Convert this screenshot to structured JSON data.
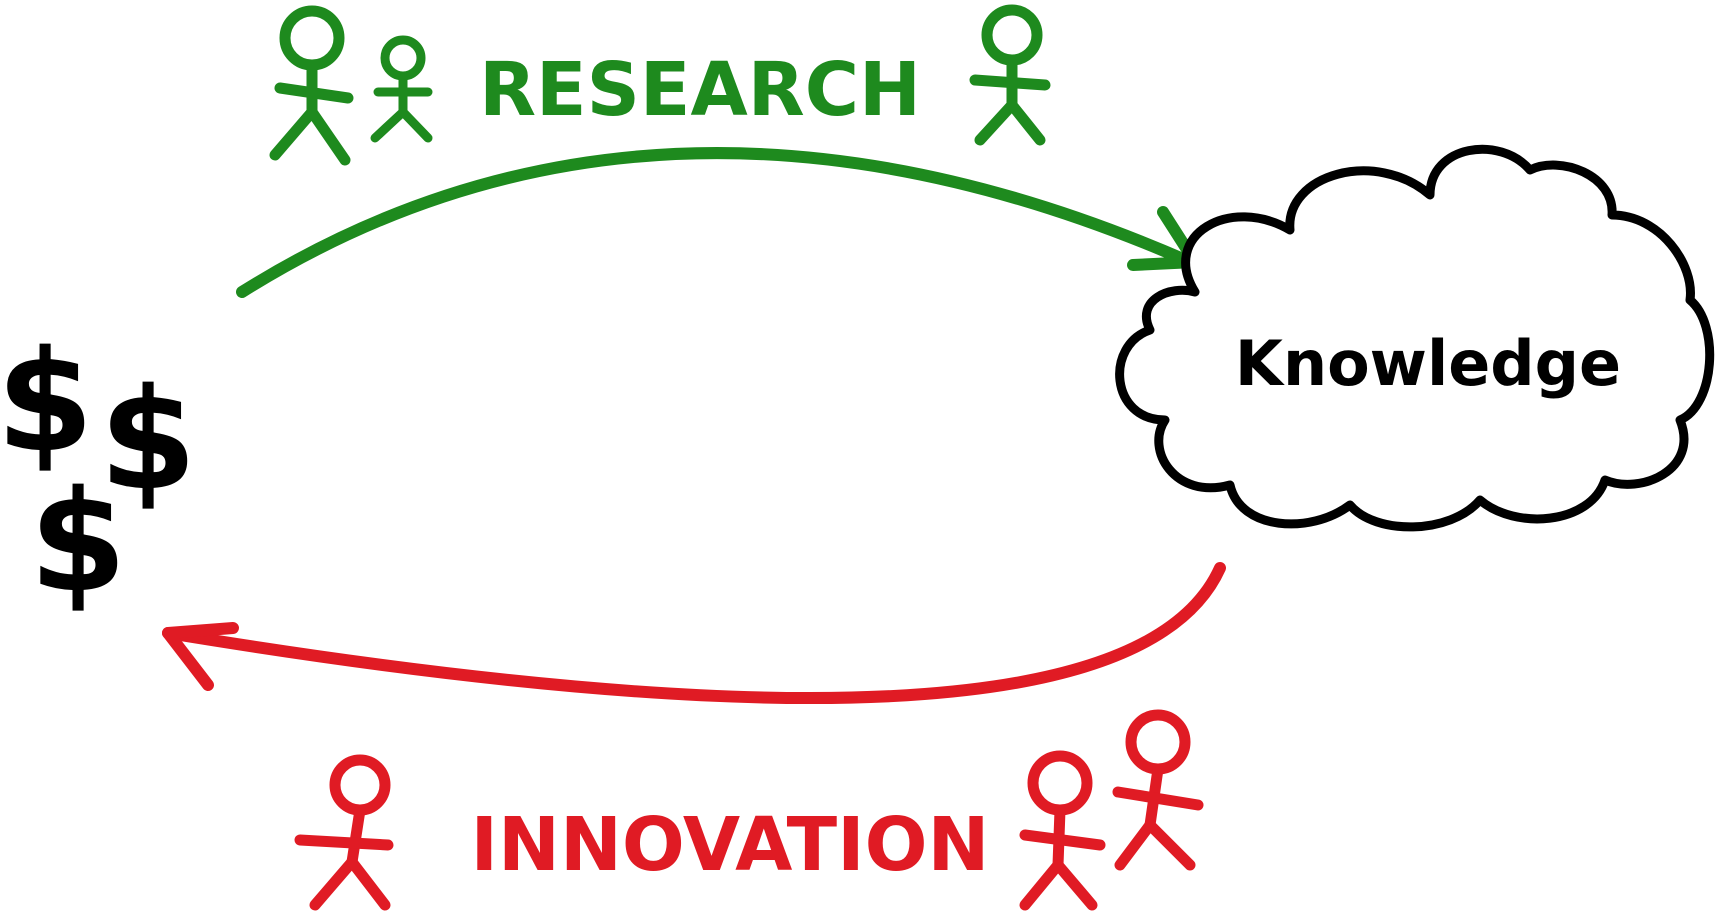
{
  "research": {
    "label": "RESEARCH",
    "color": "#1e8a1e"
  },
  "innovation": {
    "label": "INNOVATION",
    "color": "#e01b24"
  },
  "knowledge": {
    "label": "Knowledge",
    "color": "#000000"
  },
  "money": {
    "symbol": "$",
    "color": "#000000"
  }
}
